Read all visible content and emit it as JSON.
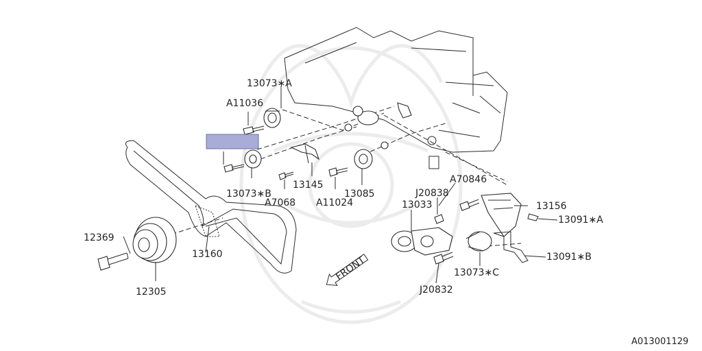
{
  "diagram": {
    "reference_id": "A013001129",
    "highlight_color": "#a9acd6",
    "line_color": "#2a2a2a",
    "front_label": "FRONT",
    "parts": [
      {
        "id": "p13073a",
        "label": "13073∗A"
      },
      {
        "id": "pA11036",
        "label": "A11036"
      },
      {
        "id": "p13073b",
        "label": "13073∗B"
      },
      {
        "id": "pA7068",
        "label": "A7068"
      },
      {
        "id": "p13145",
        "label": "13145"
      },
      {
        "id": "pA11024",
        "label": "A11024"
      },
      {
        "id": "p13085",
        "label": "13085"
      },
      {
        "id": "pA70846",
        "label": "A70846"
      },
      {
        "id": "pJ20838",
        "label": "J20838"
      },
      {
        "id": "p13033",
        "label": "13033"
      },
      {
        "id": "p13156",
        "label": "13156"
      },
      {
        "id": "p13091a",
        "label": "13091∗A"
      },
      {
        "id": "p13091b",
        "label": "13091∗B"
      },
      {
        "id": "p13073c",
        "label": "13073∗C"
      },
      {
        "id": "pJ20832",
        "label": "J20832"
      },
      {
        "id": "p12369",
        "label": "12369"
      },
      {
        "id": "p12305",
        "label": "12305"
      },
      {
        "id": "p13160",
        "label": "13160"
      }
    ]
  }
}
